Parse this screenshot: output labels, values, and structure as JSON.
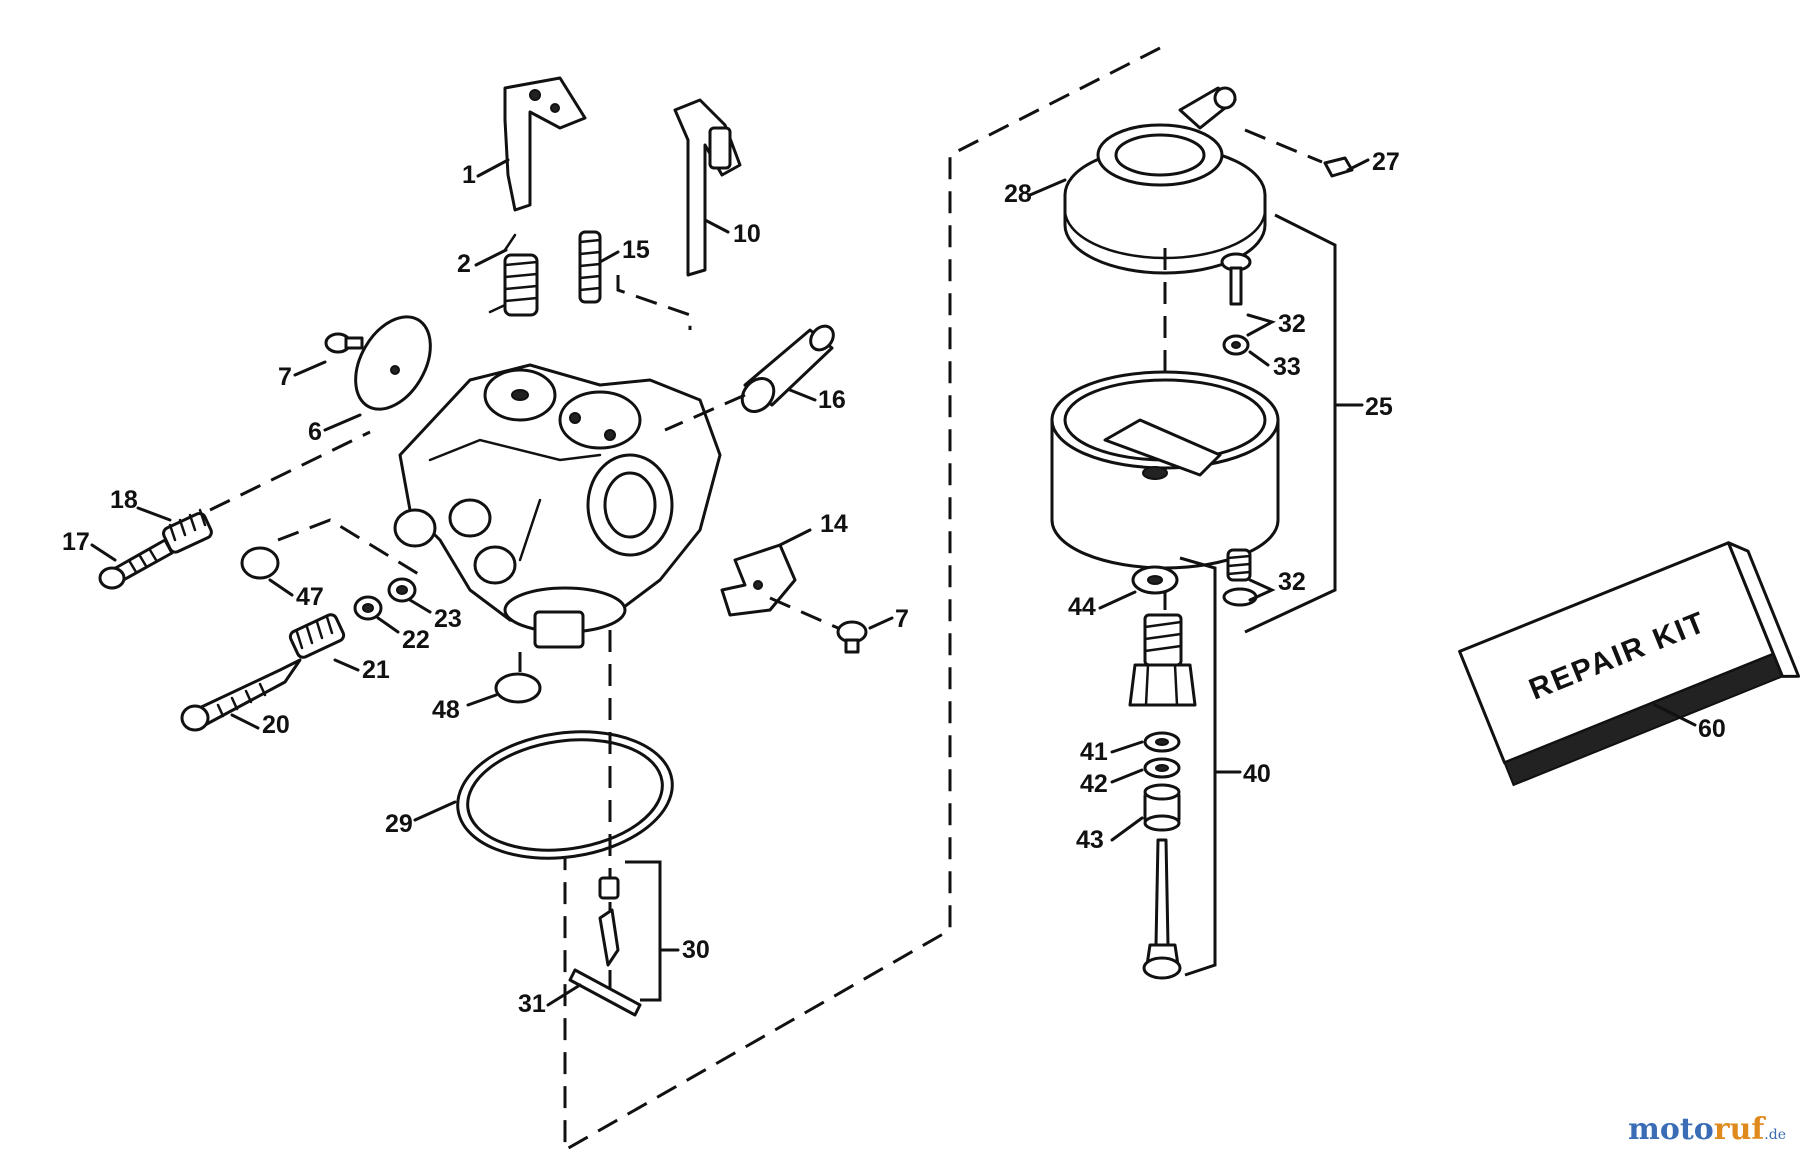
{
  "diagram": {
    "callouts": [
      {
        "id": "c1",
        "label": "1"
      },
      {
        "id": "c2",
        "label": "2"
      },
      {
        "id": "c6",
        "label": "6"
      },
      {
        "id": "c7a",
        "label": "7"
      },
      {
        "id": "c7b",
        "label": "7"
      },
      {
        "id": "c10",
        "label": "10"
      },
      {
        "id": "c14",
        "label": "14"
      },
      {
        "id": "c15",
        "label": "15"
      },
      {
        "id": "c16",
        "label": "16"
      },
      {
        "id": "c17",
        "label": "17"
      },
      {
        "id": "c18",
        "label": "18"
      },
      {
        "id": "c20",
        "label": "20"
      },
      {
        "id": "c21",
        "label": "21"
      },
      {
        "id": "c22",
        "label": "22"
      },
      {
        "id": "c23",
        "label": "23"
      },
      {
        "id": "c25",
        "label": "25"
      },
      {
        "id": "c27",
        "label": "27"
      },
      {
        "id": "c28",
        "label": "28"
      },
      {
        "id": "c29",
        "label": "29"
      },
      {
        "id": "c30",
        "label": "30"
      },
      {
        "id": "c31",
        "label": "31"
      },
      {
        "id": "c32a",
        "label": "32"
      },
      {
        "id": "c32b",
        "label": "32"
      },
      {
        "id": "c33",
        "label": "33"
      },
      {
        "id": "c40",
        "label": "40"
      },
      {
        "id": "c41",
        "label": "41"
      },
      {
        "id": "c42",
        "label": "42"
      },
      {
        "id": "c43",
        "label": "43"
      },
      {
        "id": "c44",
        "label": "44"
      },
      {
        "id": "c47",
        "label": "47"
      },
      {
        "id": "c48",
        "label": "48"
      },
      {
        "id": "c60",
        "label": "60"
      }
    ],
    "repair_kit_label": "REPAIR KIT"
  },
  "watermark": {
    "text_main": "moto",
    "text_accent": "ruf",
    "text_suffix": ".de"
  }
}
